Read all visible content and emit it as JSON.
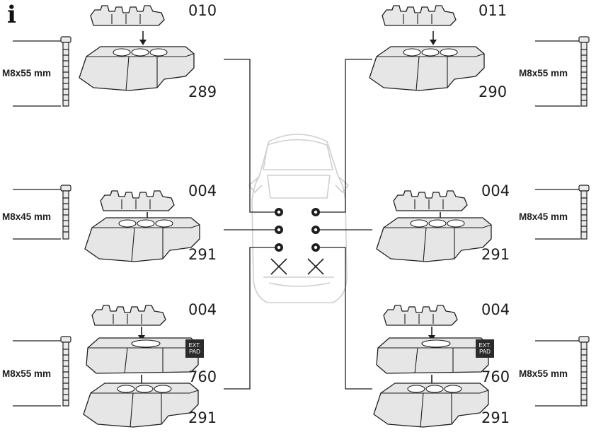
{
  "info_icon": "info-icon",
  "colors": {
    "line": "#1e1e1e",
    "car_outline": "#d2d2d2",
    "part_fill": "#e6e6e6",
    "dark": "#2a2a2a"
  },
  "positions": [
    {
      "id": "top-left",
      "clip": "010",
      "foot": "289",
      "bolt": "M8x55 mm"
    },
    {
      "id": "top-right",
      "clip": "011",
      "foot": "290",
      "bolt": "M8x55 mm"
    },
    {
      "id": "mid-left",
      "clip": "004",
      "foot": "291",
      "bolt": "M8x45 mm"
    },
    {
      "id": "mid-right",
      "clip": "004",
      "foot": "291",
      "bolt": "M8x45 mm"
    },
    {
      "id": "bottom-left",
      "clip": "004",
      "adapter": "760",
      "foot": "291",
      "bolt": "M8x55 mm",
      "pad_label": "EXT. PAD"
    },
    {
      "id": "bottom-right",
      "clip": "004",
      "adapter": "760",
      "foot": "291",
      "bolt": "M8x55 mm",
      "pad_label": "EXT. PAD"
    }
  ],
  "pad_lines": [
    "EXT.",
    "PAD"
  ]
}
